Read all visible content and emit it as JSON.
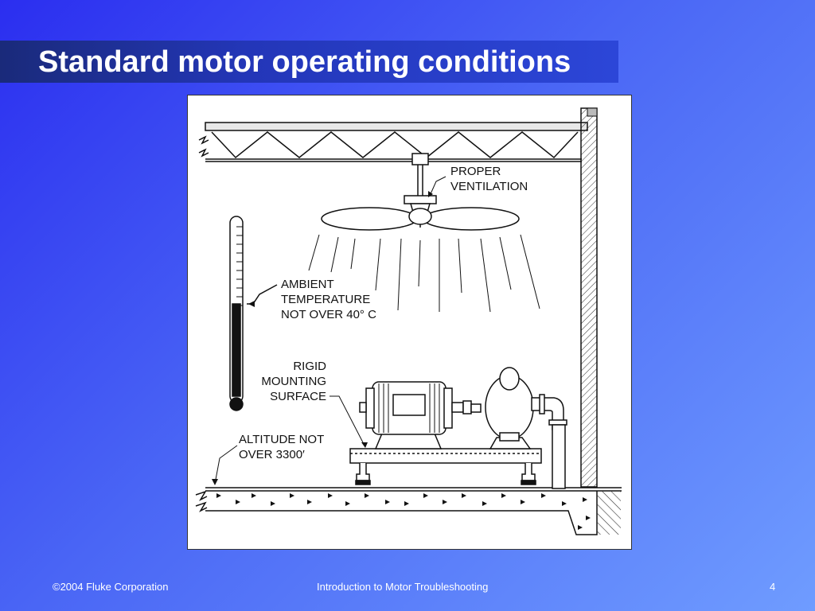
{
  "slide": {
    "title": "Standard motor operating conditions"
  },
  "diagram": {
    "label_ventilation": [
      "PROPER",
      "VENTILATION"
    ],
    "label_ambient": [
      "AMBIENT",
      "TEMPERATURE",
      "NOT OVER 40° C"
    ],
    "label_mounting": [
      "RIGID",
      "MOUNTING",
      "SURFACE"
    ],
    "label_altitude": [
      "ALTITUDE NOT",
      "OVER 3300′"
    ]
  },
  "footer": {
    "copyright": "©2004 Fluke Corporation",
    "course": "Introduction to Motor Troubleshooting",
    "page_number": "4"
  },
  "colors": {
    "title_text": "#ffffff",
    "figure_background": "#ffffff",
    "line": "#111111"
  }
}
